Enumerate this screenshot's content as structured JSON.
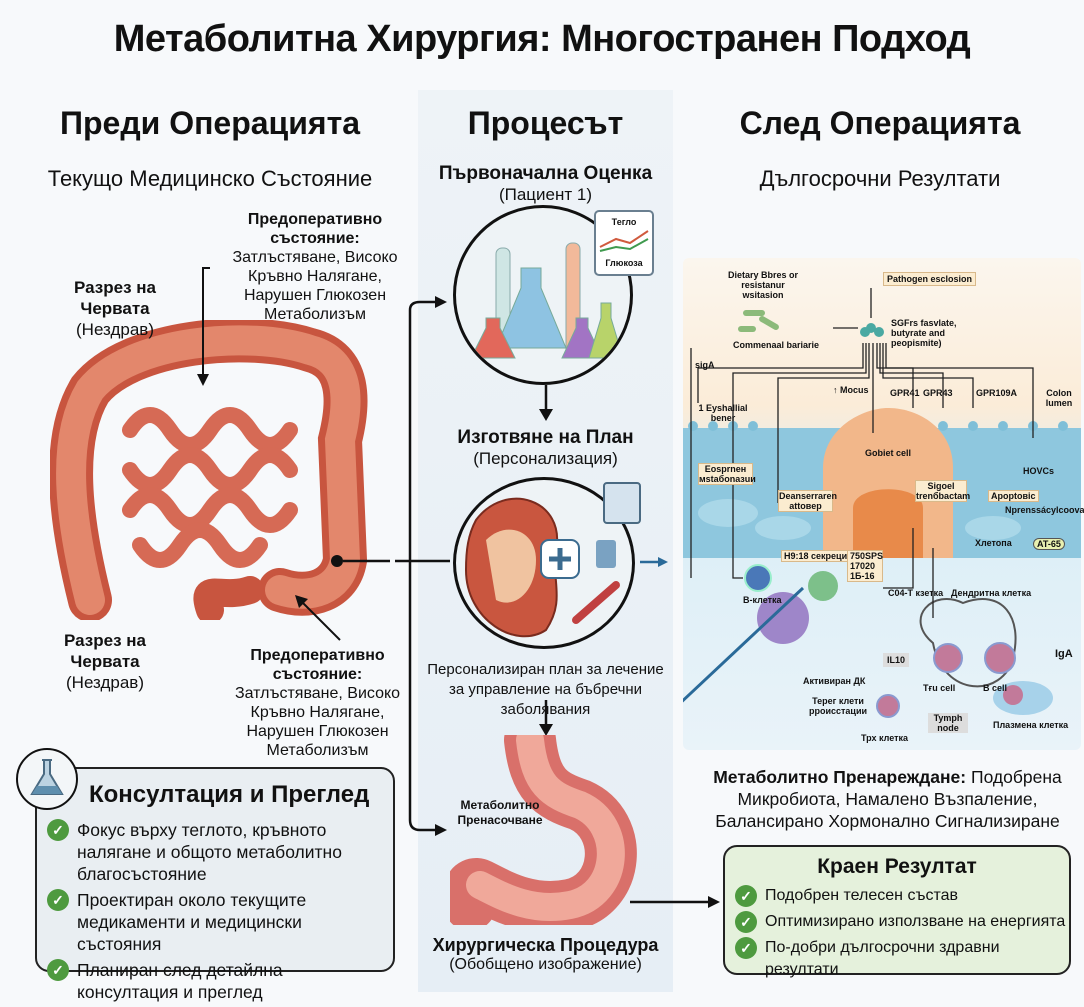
{
  "title": "Метаболитна Хирургия: Многостранен Подход",
  "before": {
    "heading": "Преди Операцията",
    "subtitle": "Текущо Медицинско Състояние",
    "state_top": {
      "title": "Предоперативно състояние:",
      "text": "Затлъстяване, Високо Кръвно Налягане, Нарушен Глюкозен Метаболизъм"
    },
    "gut_label_top": {
      "title": "Разрез на Червата",
      "note": "(Нездрав)"
    },
    "gut_label_bottom": {
      "title": "Разрез на Червата",
      "note": "(Нездрав)"
    },
    "state_bottom": {
      "title": "Предоперативно състояние:",
      "text": "Затлъстяване, Високо Кръвно Налягане, Нарушен Глюкозен Метаболизъм"
    },
    "consult": {
      "icon": "flask-icon",
      "title": "Консултация и Преглед",
      "items": [
        "Фокус върху теглото, кръвното налягане и общото метаболитно благосъстояние",
        "Проектиран около текущите медикаменти и медицински състояния",
        "Планиран след детайлна консултация и преглед"
      ]
    }
  },
  "process": {
    "heading": "Процесът",
    "step1": {
      "title": "Първоначална Оценка",
      "note": "(Пациент 1)",
      "chart_top": "Тегло",
      "chart_bottom": "Глюкоза"
    },
    "step2": {
      "title": "Изготвяне на План",
      "note": "(Персонализация)",
      "caption": "Персонализиран план за лечение за управление на бъбречни заболявания"
    },
    "step3": {
      "label": "Метаболитно Пренасочване",
      "title": "Хирургическа Процедура",
      "note": "(Обобщено изображение)"
    }
  },
  "after": {
    "heading": "След Операцията",
    "subtitle": "Дългосрочни Резултати",
    "diagram": {
      "dietary": "Dietary Bbres or resistanur wsitasion",
      "pathogen": "Pathogen esclosion",
      "scfa": "SGFrs fasvlate, butyrate and peopismite)",
      "commensal": "Commenaal bariarie",
      "siga": "sigA",
      "epithelial": "1 Eyshallial bener",
      "mucus": "↑ Mocus",
      "gpr41": "GPR41",
      "gpr43": "GPR43",
      "gpr109a": "GPR109A",
      "colon": "Colon lumen",
      "goblet": "Gobiet cell",
      "eospr": "Eospr­neн мstaбonaзuи",
      "deans": "Deanserraren attoвер",
      "signal": "Sigoel trenбbactam",
      "hovcs": "HOVCs",
      "apoptotic": "Apoptoвic",
      "npren": "Nprenssácylcoova",
      "xletona": "Хлетопа",
      "at": "AT-65",
      "h918": "H9:18 секреция",
      "codes": "750SPS 17020 1Б-16",
      "bcell_bg": "B-клетка",
      "cd4": "C04-T кзетка",
      "dendritic": "Дендритна клетка",
      "il10": "IL10",
      "activated": "Активиран ДК",
      "tfh": "Tғu cell",
      "bcell": "B cell",
      "iga": "IgA",
      "lymph": "Tymph node",
      "plasma": "Плазмена клетка",
      "treg": "Терег клети рроисстации",
      "trx": "Трх клетка"
    },
    "summary": {
      "bold": "Метаболитно Пренареждане:",
      "text": " Подобрена Микробиота, Намалено Възпаление, Балансирано Хормонално Сигнализиране"
    },
    "final": {
      "title": "Краен Резултат",
      "items": [
        "Подобрен телесен състав",
        "Оптимизирано използване на енергията",
        "По-добри дългосрочни здравни резултати"
      ]
    }
  }
}
